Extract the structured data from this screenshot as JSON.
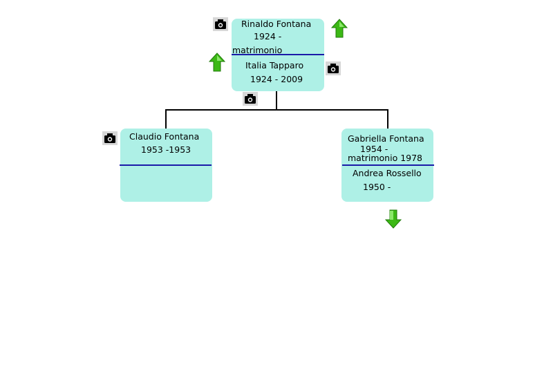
{
  "couples": {
    "parents": {
      "husband": {
        "name": "Rinaldo Fontana",
        "dates": "1924 -"
      },
      "marriage": "matrimonio",
      "wife": {
        "name": "Italia Tapparo",
        "dates": "1924 - 2009"
      }
    },
    "child1": {
      "person": {
        "name": "Claudio Fontana",
        "dates": "1953 -1953"
      }
    },
    "child2": {
      "person": {
        "name": "Gabriella Fontana",
        "dates": "1954 -"
      },
      "marriage": "matrimonio 1978",
      "spouse": {
        "name": "Andrea Rossello",
        "dates": "1950 -"
      }
    }
  },
  "icons": {
    "photo": "camera-icon",
    "up": "arrow-up-icon",
    "down": "arrow-down-icon",
    "arrow_color": "#3cb815",
    "node_color": "#aef0e6",
    "divider_color": "#1a1aa8"
  }
}
